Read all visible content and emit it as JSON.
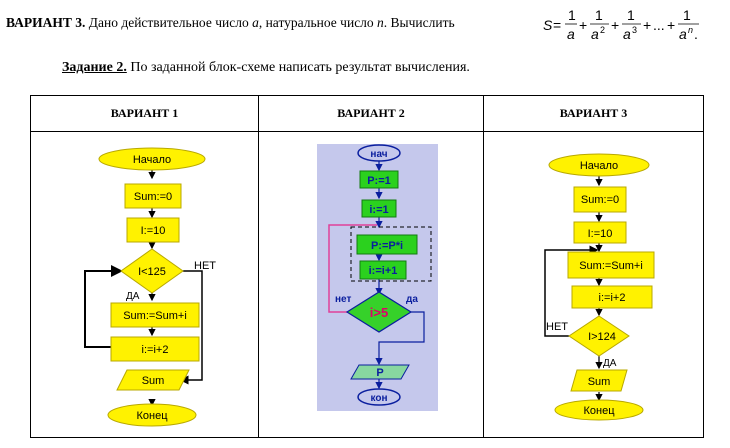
{
  "task": {
    "variant_label": "ВАРИАНТ 3.",
    "text_part1": "Дано действительное число",
    "var_a": "a",
    "text_part2": ", натуральное число",
    "var_n": "n",
    "text_part3": ". Вычислить",
    "formula": {
      "lhs": "S",
      "eq": "=",
      "one": "1",
      "a": "a",
      "exp2": "2",
      "exp3": "3",
      "expn": "n",
      "plus": "+",
      "ellipsis": "...",
      "period": "."
    }
  },
  "assignment": {
    "label": "Задание 2.",
    "text": "По заданной блок-схеме написать результат вычисления."
  },
  "table": {
    "headers": [
      "ВАРИАНТ 1",
      "ВАРИАНТ 2",
      "ВАРИАНТ 3"
    ]
  },
  "flow1": {
    "start": "Начало",
    "init": "Sum:=0",
    "i_init": "I:=10",
    "cond": "I<125",
    "no": "НЕТ",
    "yes": "ДА",
    "body": "Sum:=Sum+i",
    "step": "i:=i+2",
    "output": "Sum",
    "end": "Конец"
  },
  "flow2": {
    "start": "нач",
    "p_init": "P:=1",
    "i_init": "i:=1",
    "body": "P:=P*i",
    "step": "i:=i+1",
    "no": "нет",
    "yes": "да",
    "cond": "i>5",
    "output": "P",
    "end": "кон"
  },
  "flow3": {
    "start": "Начало",
    "init": "Sum:=0",
    "i_init": "I:=10",
    "body": "Sum:=Sum+i",
    "step": "i:=i+2",
    "no": "НЕТ",
    "cond": "I>124",
    "yes": "ДА",
    "output": "Sum",
    "end": "Конец"
  },
  "colors": {
    "block_fill": "#fff200",
    "block_stroke": "#b8a800",
    "v2_bg": "#c5c8ec",
    "v2_box": "#2bd11e",
    "v2_box_stroke": "#127a10",
    "v2_diamond": "#36d12a",
    "v2_cond_text": "#e0006a",
    "v2_loop_line": "#e0409a",
    "v2_out": "#88d7a0",
    "v2_text": "#0a1e9e"
  }
}
